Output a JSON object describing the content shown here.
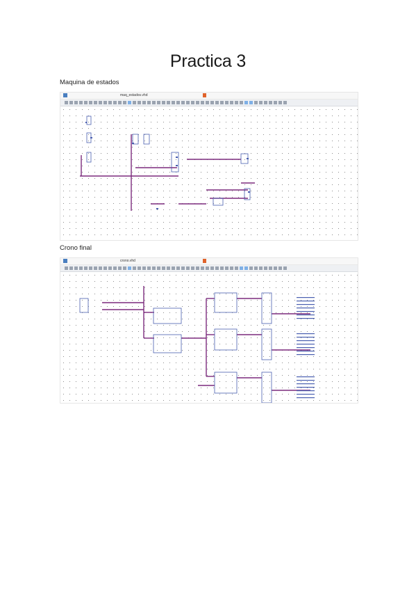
{
  "document": {
    "title": "Practica 3"
  },
  "sections": [
    {
      "label": "Maquina de estados",
      "window_title": "maq_estados.vhd",
      "accent": "#7b2a7d"
    },
    {
      "label": "Crono final",
      "window_title": "crono.vhd",
      "accent": "#7b2a7d"
    }
  ],
  "colors": {
    "wire": "#7b2a7d",
    "component": "#4a5fb0",
    "grid_dot": "#8a8a8a",
    "toolbar_bg": "#eef0f3"
  }
}
